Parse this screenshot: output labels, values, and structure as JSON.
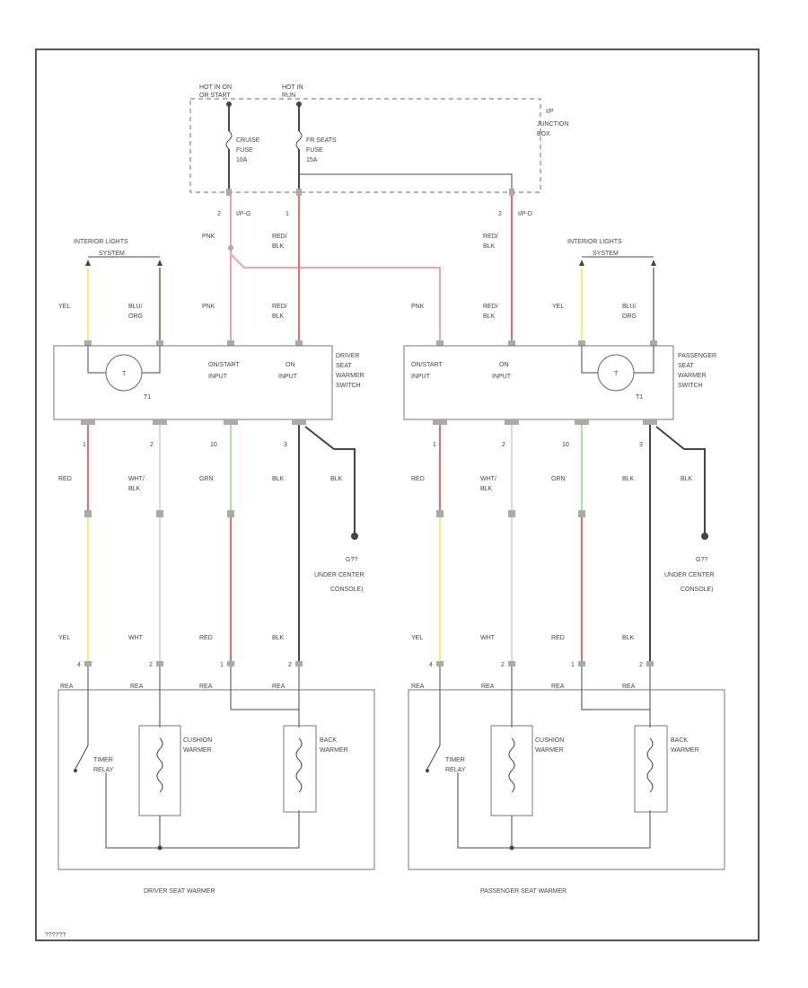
{
  "power": {
    "hot_run_start_1": "HOT IN ON",
    "hot_run_start_2": "OR START",
    "hot_run": "HOT IN",
    "jb_1": "I/P",
    "jb_2": "JUNCTION",
    "jb_3": "BOX",
    "fuse_a_1": "CRUISE",
    "fuse_a_2": "FUSE",
    "fuse_a_3": "10A",
    "fuse_b_1": "FR SEATS",
    "fuse_b_2": "FUSE",
    "fuse_b_3": "15A",
    "pin_a": "2",
    "conn_a": "I/P-G",
    "pin_b": "1",
    "pin_c": "2",
    "conn_c": "I/P-D"
  },
  "driver": {
    "light_sw_1": "INTERIOR LIGHTS",
    "light_sw_2": "SYSTEM",
    "yel": "YEL",
    "blu_1": "BLU/",
    "blu_2": "ORG",
    "pnk_upper": "PNK",
    "red_blk_upper_1": "RED/",
    "red_blk_upper_2": "BLK",
    "pnk_lower": "PNK",
    "red_blk_lower_1": "RED/",
    "red_blk_lower_2": "BLK",
    "switch_name_1": "DRIVER",
    "switch_name_2": "SEAT",
    "switch_name_3": "WARMER",
    "switch_name_4": "SWITCH",
    "onstart_1": "ON/START",
    "onstart_2": "INPUT",
    "on_1": "ON",
    "on_2": "INPUT",
    "lamp": "T1",
    "pin1": "1",
    "pin2": "2",
    "pin3": "10",
    "pin4": "3",
    "w1": "RED",
    "w2_1": "WHT/",
    "w2_2": "BLK",
    "w3": "GRN",
    "w4": "BLK",
    "w5": "BLK",
    "ground_1": "G??",
    "ground_2": "UNDER CENTER",
    "ground_3": "CONSOLE)",
    "l1": "YEL",
    "l2": "WHT",
    "l3": "RED",
    "l4": "BLK",
    "p1": "4",
    "p2": "2",
    "p3": "1",
    "p4": "2",
    "sc1": "REA",
    "sc2": "REA",
    "sc3": "REA",
    "sc4": "REA",
    "timer_1": "TIMER",
    "timer_2": "RELAY",
    "cushion_1": "CUSHION",
    "cushion_2": "WARMER",
    "back_1": "BACK",
    "back_2": "WARMER",
    "caption": "DRIVER SEAT WARMER"
  },
  "passenger": {
    "light_sw_1": "INTERIOR LIGHTS",
    "light_sw_2": "SYSTEM",
    "yel": "YEL",
    "blu_1": "BLU/",
    "blu_2": "ORG",
    "red_blk_upper_1": "RED/",
    "red_blk_upper_2": "BLK",
    "pnk_lower": "PNK",
    "red_blk_lower_1": "RED/",
    "red_blk_lower_2": "BLK",
    "switch_name_1": "PASSENGER",
    "switch_name_2": "SEAT",
    "switch_name_3": "WARMER",
    "switch_name_4": "SWITCH",
    "onstart_1": "ON/START",
    "onstart_2": "INPUT",
    "on_1": "ON",
    "on_2": "INPUT",
    "lamp": "T1",
    "pin1": "1",
    "pin2": "2",
    "pin3": "10",
    "pin4": "3",
    "w1": "RED",
    "w2_1": "WHT/",
    "w2_2": "BLK",
    "w3": "GRN",
    "w4": "BLK",
    "w5": "BLK",
    "ground_1": "G??",
    "ground_2": "UNDER CENTER",
    "ground_3": "CONSOLE)",
    "l1": "YEL",
    "l2": "WHT",
    "l3": "RED",
    "l4": "BLK",
    "p1": "4",
    "p2": "2",
    "p3": "1",
    "p4": "2",
    "sc1": "REA",
    "sc2": "REA",
    "sc3": "REA",
    "sc4": "REA",
    "timer_1": "TIMER",
    "timer_2": "RELAY",
    "cushion_1": "CUSHION",
    "cushion_2": "WARMER",
    "back_1": "BACK",
    "back_2": "WARMER",
    "caption": "PASSENGER SEAT WARMER"
  },
  "footer": {
    "code": "??????"
  }
}
